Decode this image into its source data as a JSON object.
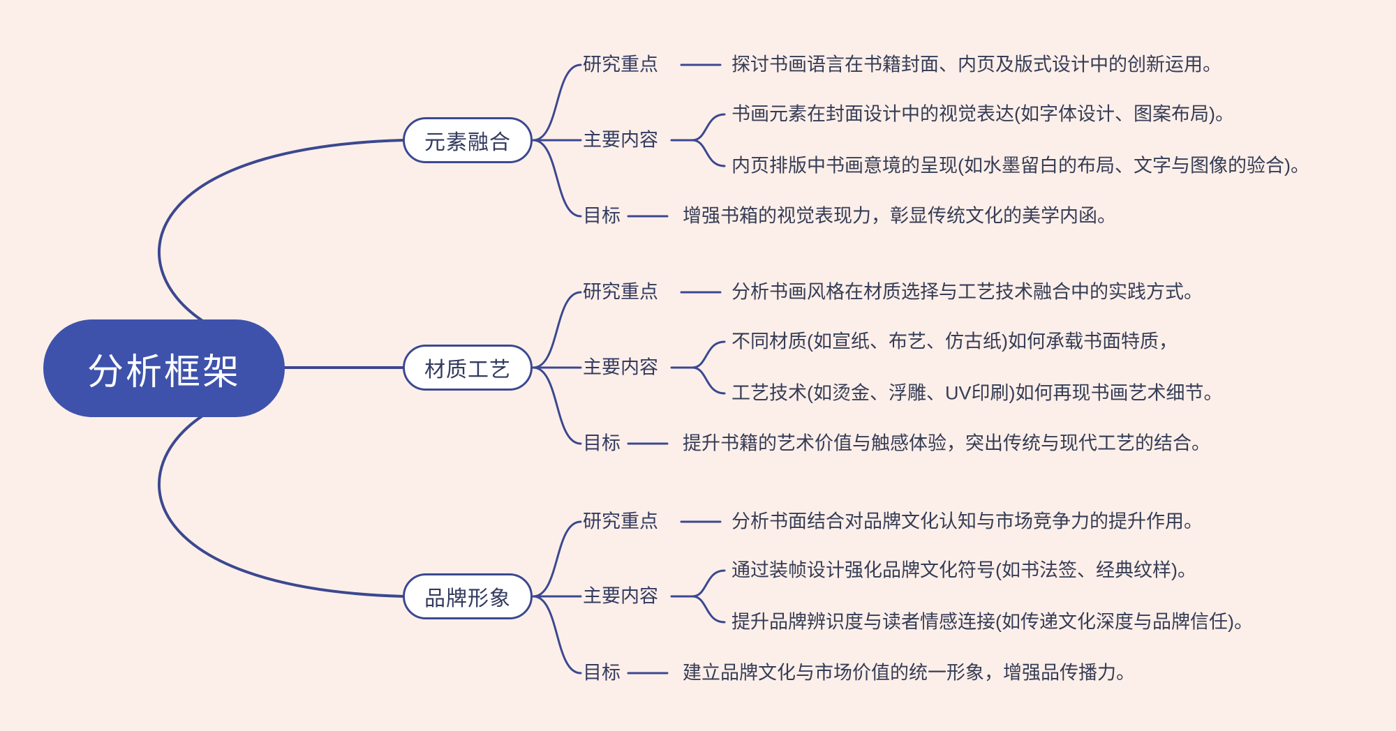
{
  "colors": {
    "bg": "#fcefe9",
    "line": "#3b4890",
    "root": "#3e52ab",
    "text": "#333a5f",
    "text2": "#363c55"
  },
  "root": {
    "label": "分析框架"
  },
  "branches": [
    {
      "label": "元素融合",
      "items": [
        {
          "title": "研究重点",
          "details": [
            "探讨书画语言在书籍封面、内页及版式设计中的创新运用。"
          ]
        },
        {
          "title": "主要内容",
          "details": [
            "书画元素在封面设计中的视觉表达(如字体设计、图案布局)。",
            "内页排版中书画意境的呈现(如水墨留白的布局、文字与图像的验合)。"
          ]
        },
        {
          "title": "目标",
          "details": [
            "增强书箱的视觉表现力，彰显传统文化的美学内函。"
          ]
        }
      ]
    },
    {
      "label": "材质工艺",
      "items": [
        {
          "title": "研究重点",
          "details": [
            "分析书画风格在材质选择与工艺技术融合中的实践方式。"
          ]
        },
        {
          "title": "主要内容",
          "details": [
            "不同材质(如宣纸、布艺、仿古纸)如何承载书面特质，",
            "工艺技术(如烫金、浮雕、UV印刷)如何再现书画艺术细节。"
          ]
        },
        {
          "title": "目标",
          "details": [
            "提升书籍的艺术价值与触感体验，突出传统与现代工艺的结合。"
          ]
        }
      ]
    },
    {
      "label": "品牌形象",
      "items": [
        {
          "title": "研究重点",
          "details": [
            "分析书面结合对品牌文化认知与市场竞争力的提升作用。"
          ]
        },
        {
          "title": "主要内容",
          "details": [
            "通过装帧设计强化品牌文化符号(如书法签、经典纹样)。",
            "提升品牌辨识度与读者情感连接(如传递文化深度与品牌信任)。"
          ]
        },
        {
          "title": "目标",
          "details": [
            "建立品牌文化与市场价值的统一形象，增强品传播力。"
          ]
        }
      ]
    }
  ]
}
